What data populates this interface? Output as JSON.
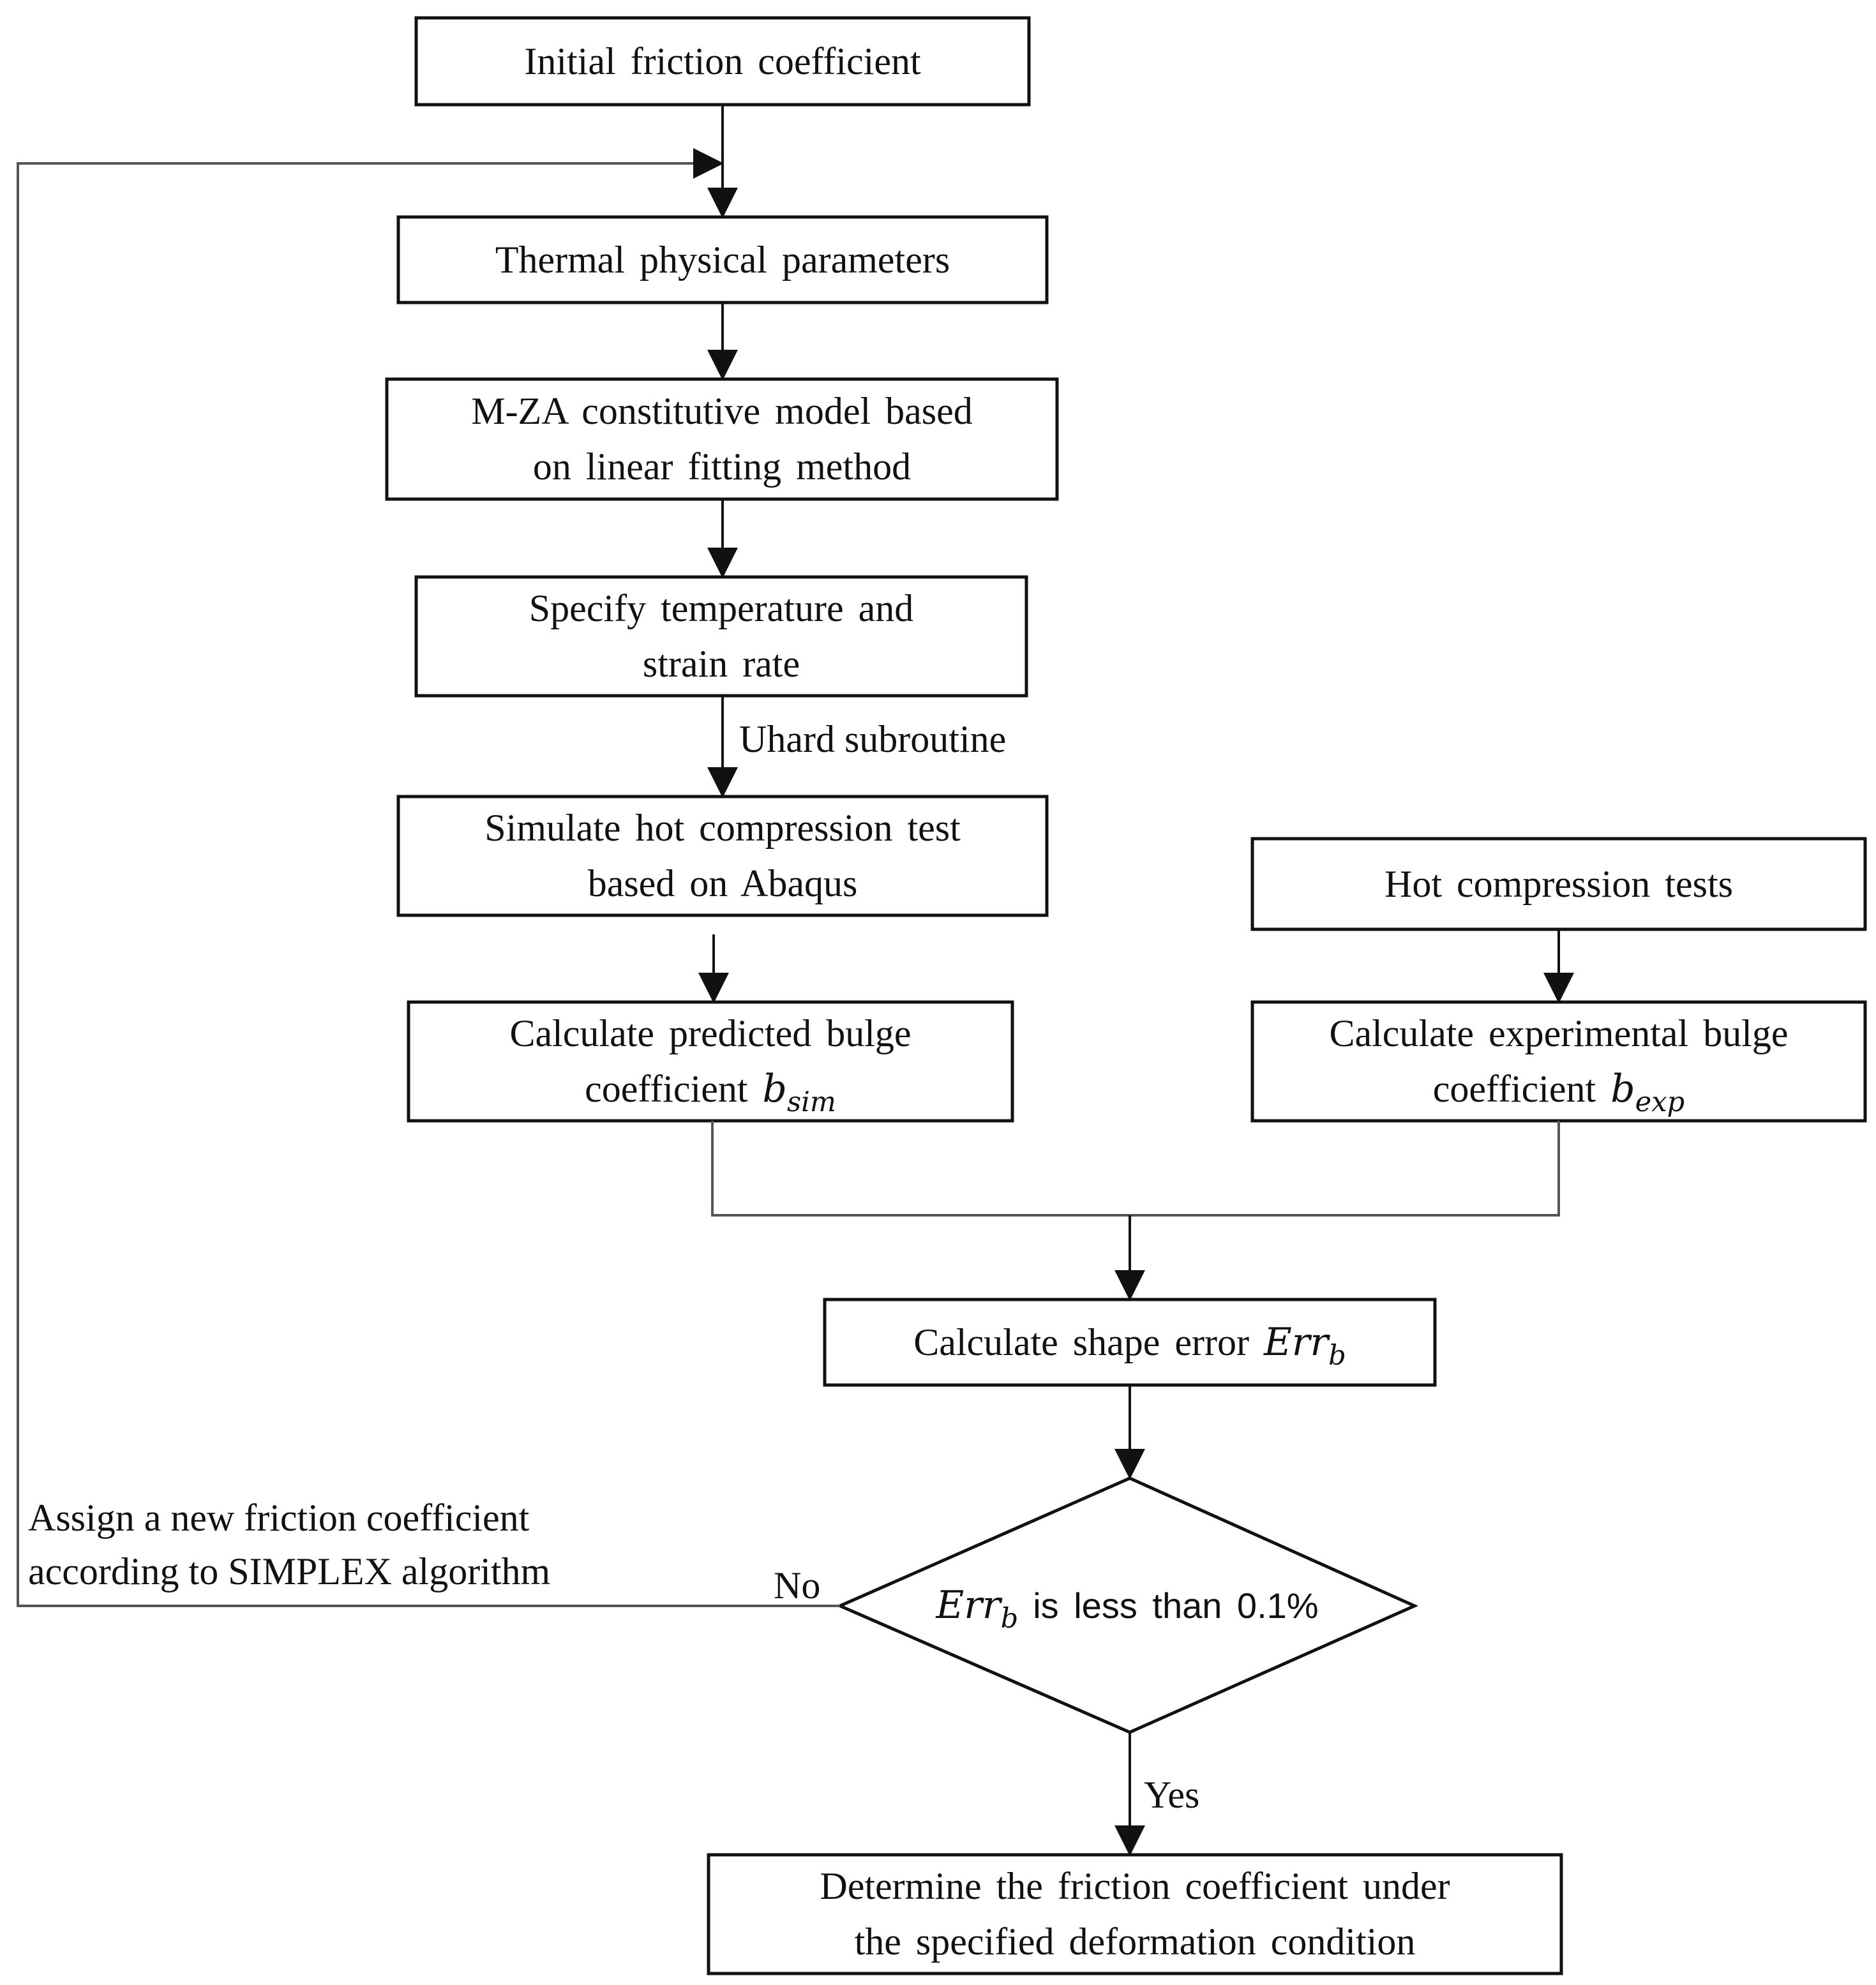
{
  "nodes": {
    "initial": {
      "label": "Initial friction coefficient"
    },
    "thermal": {
      "label": "Thermal physical parameters"
    },
    "mza": {
      "line1": "M-ZA constitutive model based",
      "line2": "on linear fitting method"
    },
    "specify": {
      "line1": "Specify temperature and",
      "line2": "strain rate"
    },
    "simulate": {
      "line1": "Simulate hot compression test",
      "line2": "based on Abaqus"
    },
    "hot_tests": {
      "label": "Hot compression tests"
    },
    "calc_pred": {
      "line1": "Calculate predicted bulge",
      "line2": "coefficient",
      "symbol": "b",
      "subscript": "sim"
    },
    "calc_exp": {
      "line1": "Calculate experimental bulge",
      "line2": "coefficient",
      "symbol": "b",
      "subscript": "exp"
    },
    "shape_error": {
      "label": "Calculate shape error",
      "symbol": "Err",
      "subscript": "b"
    },
    "decision": {
      "symbol": "Err",
      "subscript": "b",
      "label": "is less than  0.1%"
    },
    "final": {
      "line1": "Determine the friction coefficient under",
      "line2": "the specified deformation condition"
    }
  },
  "edge_labels": {
    "uhard": "Uhard subroutine",
    "no": "No",
    "yes": "Yes",
    "feedback_line1": "Assign a new friction coefficient",
    "feedback_line2": "according to SIMPLEX algorithm"
  },
  "colors": {
    "stroke": "#111111",
    "connector": "#555555",
    "text": "#111111"
  }
}
